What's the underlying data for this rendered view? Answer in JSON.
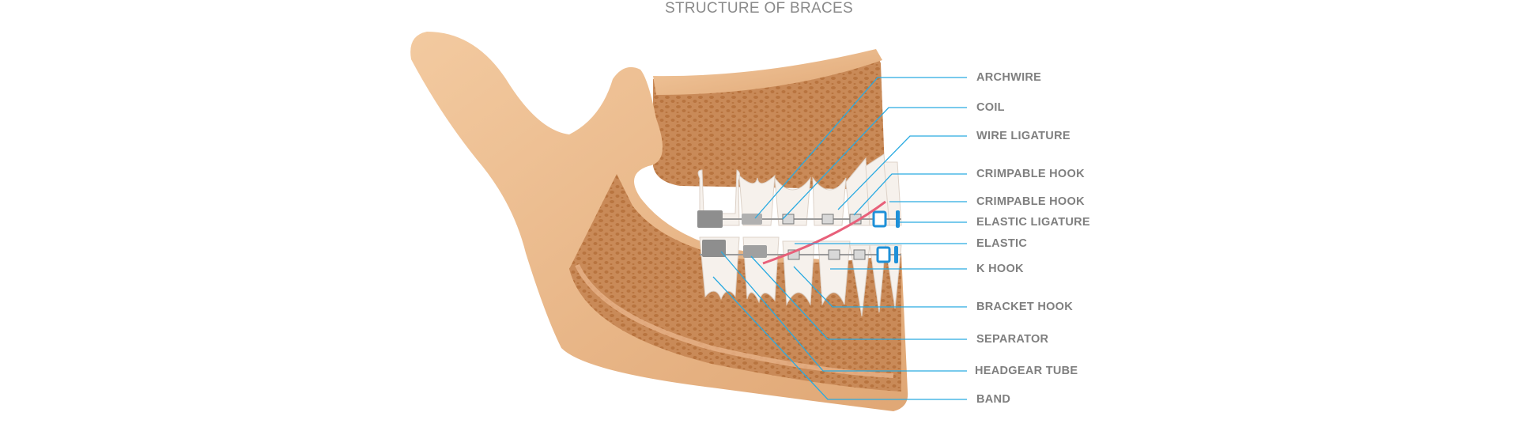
{
  "title": "STRUCTURE OF BRACES",
  "labels": [
    "ARCHWIRE",
    "COIL",
    "WIRE LIGATURE",
    "CRIMPABLE HOOK",
    "CRIMPABLE HOOK",
    "ELASTIC LIGATURE",
    "ELASTIC",
    "K HOOK",
    "BRACKET HOOK",
    "SEPARATOR",
    "HEADGEAR TUBE",
    "BAND"
  ],
  "colors": {
    "leader": "#29aae1",
    "bone": "#ebbb8c",
    "cancellous": "#c98a58",
    "elastic": "#e8607a",
    "label": "#7f7f7f"
  }
}
